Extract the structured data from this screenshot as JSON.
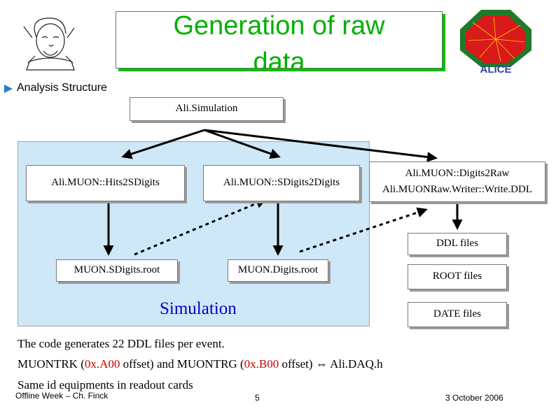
{
  "header": {
    "title": "Generation of raw data",
    "logos": {
      "left": "don-quixote-sketch-icon",
      "right": "alice-logo-icon",
      "alice_text": "ALICE"
    }
  },
  "bullet": {
    "icon": "triangle-bullet-icon",
    "label": "Analysis Structure"
  },
  "diagram": {
    "root": "Ali.Simulation",
    "tasks": {
      "hits2sdigits": "Ali.MUON::Hits2SDigits",
      "sdigits2digits": "Ali.MUON::SDigits2Digits",
      "digits2raw_line1": "Ali.MUON::Digits2Raw",
      "digits2raw_line2": "Ali.MUONRaw.Writer::Write.DDL"
    },
    "files": {
      "sdigits_root": "MUON.SDigits.root",
      "digits_root": "MUON.Digits.root",
      "ddl": "DDL files",
      "root": "ROOT files",
      "date": "DATE files"
    },
    "panel_label": "Simulation",
    "colors": {
      "panel": "#cfe8f7",
      "title": "#00b000",
      "label": "#0000cc",
      "offset": "#cc0000"
    }
  },
  "notes": {
    "line1": "The code generates 22 DDL files per event.",
    "line2_a": "MUONTRK (",
    "line2_b": "0x.A00",
    "line2_c": " offset) and MUONTRG (",
    "line2_d": "0x.B00",
    "line2_e": " offset) ",
    "line2_arrow": "⇔",
    "line2_f": " Ali.DAQ.h",
    "line3": "Same id equipments in readout cards"
  },
  "footer": {
    "left": "Offline Week – Ch. Finck",
    "page": "5",
    "date": "3 October 2006"
  }
}
